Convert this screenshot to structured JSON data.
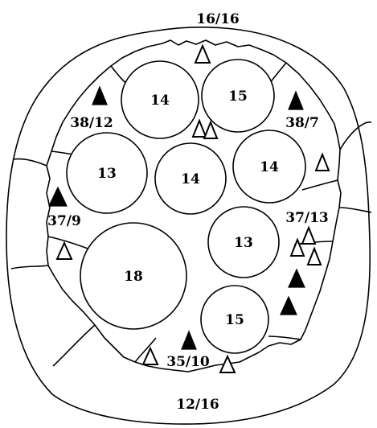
{
  "labels": {
    "top": "16/16",
    "bottom": "12/16",
    "upper_left": "38/12",
    "upper_right": "38/7",
    "left": "37/9",
    "right": "37/13",
    "bottom_center": "35/10"
  },
  "circles": [
    {
      "id": "c1",
      "value": "14"
    },
    {
      "id": "c2",
      "value": "15"
    },
    {
      "id": "c3",
      "value": "13"
    },
    {
      "id": "c4",
      "value": "14"
    },
    {
      "id": "c5",
      "value": "14"
    },
    {
      "id": "c6",
      "value": "13"
    },
    {
      "id": "c7",
      "value": "18"
    },
    {
      "id": "c8",
      "value": "15"
    }
  ],
  "markers": {
    "filled": "filled-triangle",
    "open": "open-triangle"
  }
}
